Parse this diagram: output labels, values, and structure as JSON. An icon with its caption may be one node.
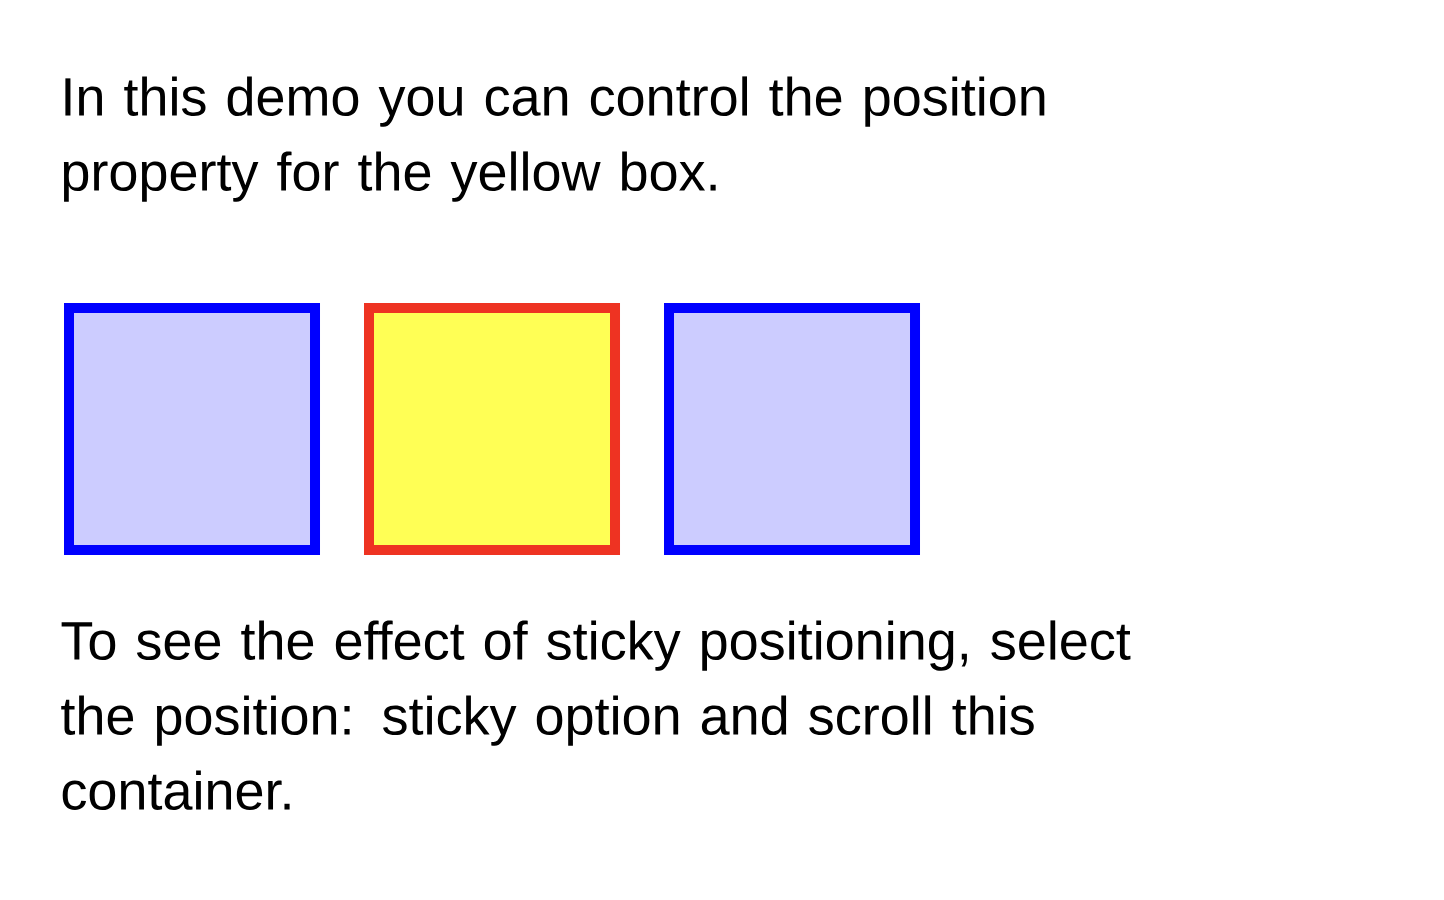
{
  "diagram": {
    "nodes": [
      {
        "text": [],
        "shape": "box"
      },
      {
        "text": [],
        "shape": "box"
      },
      {
        "text": [],
        "shape": "box"
      }
    ],
    "edges": [],
    "labels": [
      "In this demo you can control the position property for the yellow box.",
      "To see the effect of sticky positioning, select the position: sticky option and scroll this container."
    ]
  }
}
